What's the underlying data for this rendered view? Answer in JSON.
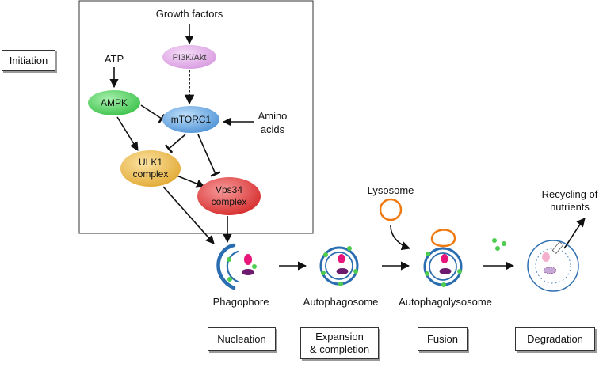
{
  "pathway": {
    "growth_factors": "Growth factors",
    "pi3k": "PI3K/Akt",
    "atp": "ATP",
    "ampk": "AMPK",
    "mtorc1": "mTORC1",
    "amino_acids_line1": "Amino",
    "amino_acids_line2": "acids",
    "ulk1_line1": "ULK1",
    "ulk1_line2": "complex",
    "vps34_line1": "Vps34",
    "vps34_line2": "complex"
  },
  "labels": {
    "lysosome": "Lysosome",
    "recycling_line1": "Recycling of",
    "recycling_line2": "nutrients",
    "phagophore": "Phagophore",
    "autophagosome": "Autophagosome",
    "autophagolysosome": "Autophagolysosome"
  },
  "stages": {
    "initiation": "Initiation",
    "nucleation": "Nucleation",
    "expansion_line1": "Expansion",
    "expansion_line2": "& completion",
    "fusion": "Fusion",
    "degradation": "Degradation"
  },
  "colors": {
    "pi3k": "#e6b3ec",
    "ampk": "#5ddc6a",
    "mtorc1": "#6aaee8",
    "ulk1": "#f2c14e",
    "vps34": "#e84646",
    "membrane": "#2a6db0",
    "lysosome": "#f07a12",
    "nucleus_pink": "#e8157a",
    "organelle_purple": "#6b1a6e",
    "dots": "#4dcc4d"
  }
}
